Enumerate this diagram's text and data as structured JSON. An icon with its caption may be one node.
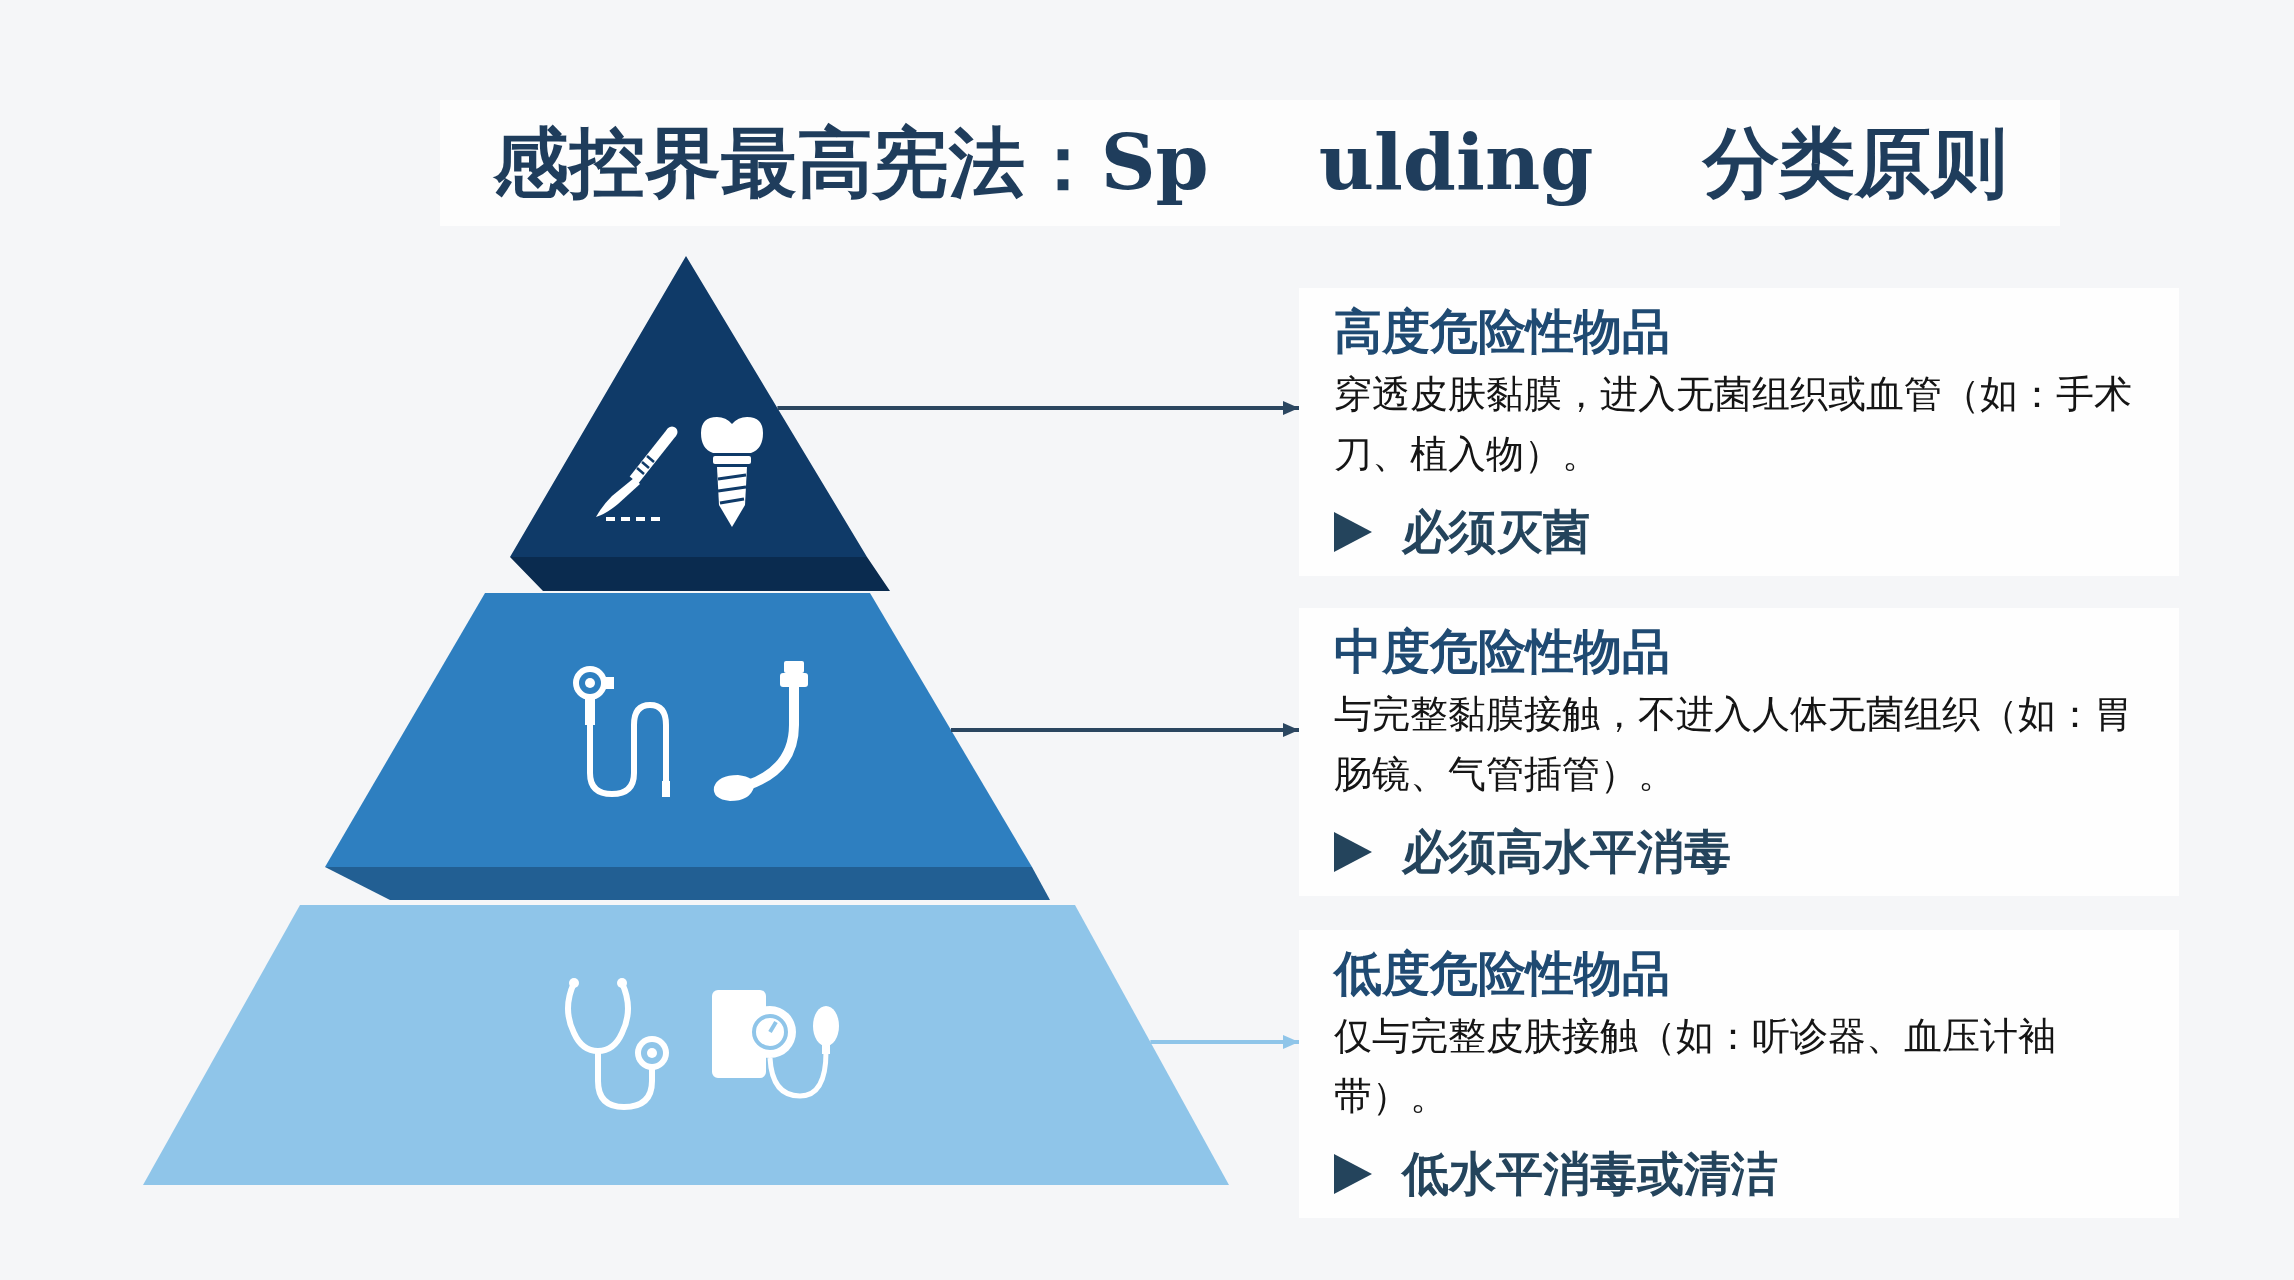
{
  "diagram": {
    "title": "感控界最高宪法：Sp ulding 分类原则",
    "nodes": [
      {
        "text": [],
        "shape": "triangle"
      },
      {
        "text": [],
        "shape": "trapezoid"
      },
      {
        "text": [],
        "shape": "trapezoid"
      },
      {
        "text": [
          "高度危险性物品",
          "穿透皮肤黏膜，进入无菌组织或血管（如：手术刀、植入物）。",
          "必须灭菌"
        ]
      },
      {
        "text": [
          "中度危险性物品",
          "与完整黏膜接触，不进入人体无菌组织（如：胃肠镜、气管插管）。",
          "必须高水平消毒"
        ]
      },
      {
        "text": [
          "低度危险性物品",
          "仅与完整皮肤接触（如：听诊器、血压计袖带）。",
          "低水平消毒或清洁"
        ]
      }
    ],
    "edges": [
      {
        "from": 0,
        "to": 3,
        "arrow": "to"
      },
      {
        "from": 1,
        "to": 4,
        "arrow": "to"
      },
      {
        "from": 2,
        "to": 5,
        "arrow": "to",
        "color": "#8fc5e9"
      }
    ]
  }
}
